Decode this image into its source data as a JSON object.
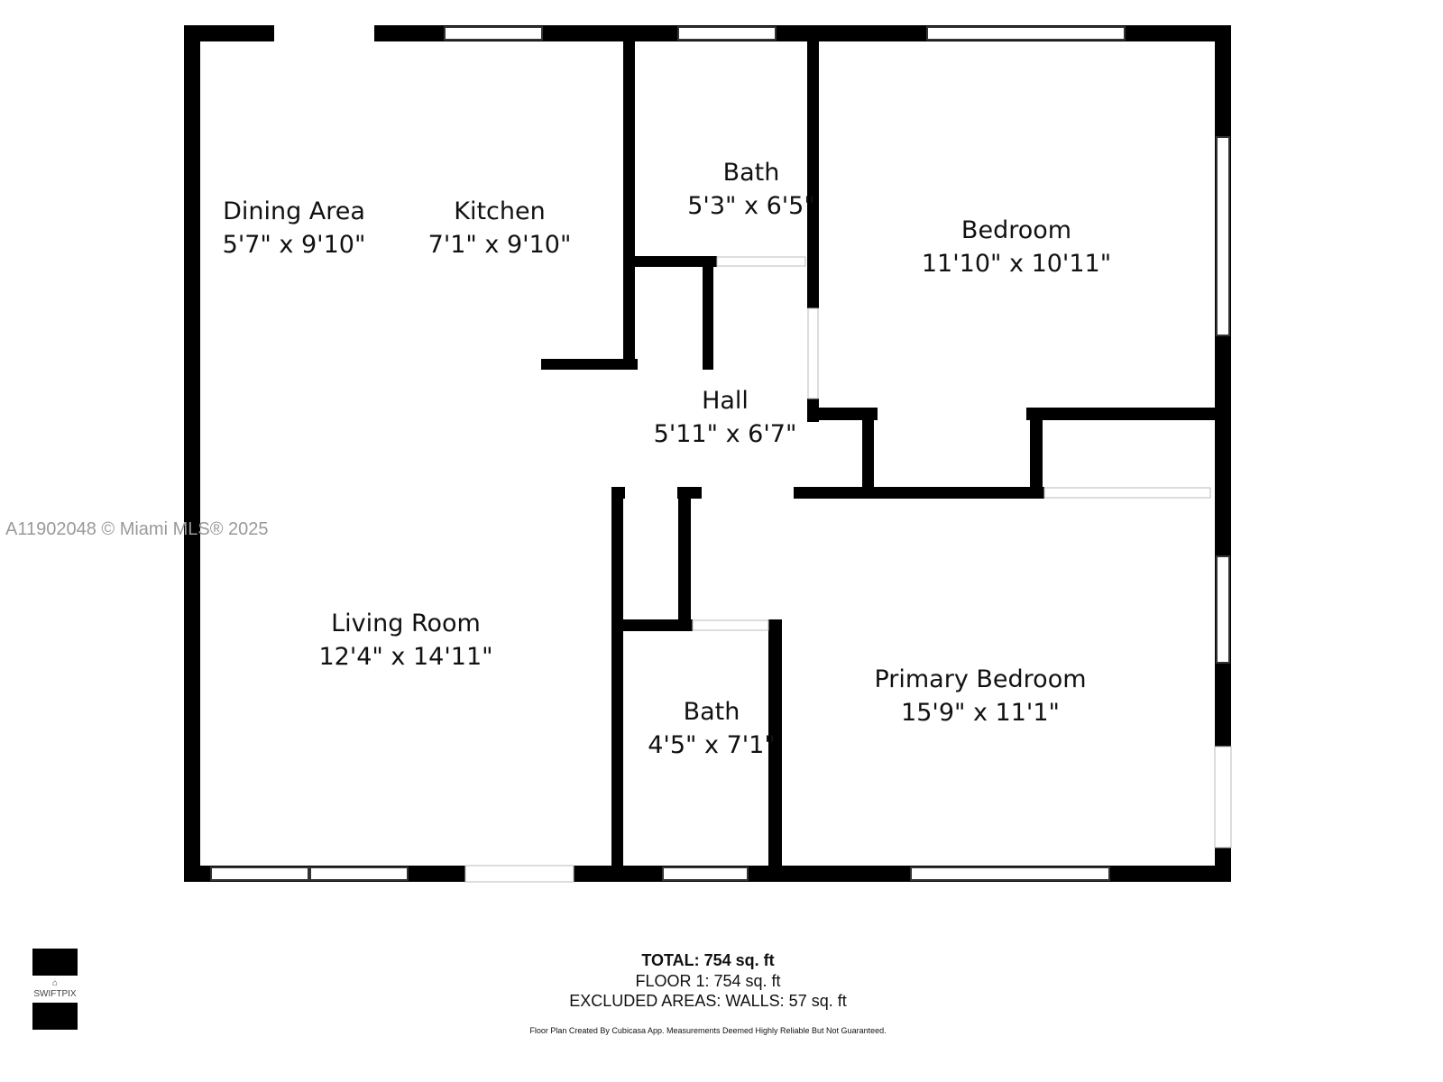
{
  "watermark": "A11902048 © Miami MLS® 2025",
  "rooms": [
    {
      "name": "Dining Area",
      "size": "5'7\" x 9'10\""
    },
    {
      "name": "Kitchen",
      "size": "7'1\" x 9'10\""
    },
    {
      "name": "Bath",
      "size": "5'3\" x 6'5\""
    },
    {
      "name": "Bedroom",
      "size": "11'10\" x 10'11\""
    },
    {
      "name": "Hall",
      "size": "5'11\" x 6'7\""
    },
    {
      "name": "Living Room",
      "size": "12'4\" x 14'11\""
    },
    {
      "name": "Bath",
      "size": "4'5\" x 7'1\""
    },
    {
      "name": "Primary Bedroom",
      "size": "15'9\" x 11'1\""
    }
  ],
  "summary": {
    "total": "TOTAL: 754 sq. ft",
    "floor1": "FLOOR 1: 754 sq. ft",
    "excluded": "EXCLUDED AREAS: WALLS: 57 sq. ft",
    "disclaimer": "Floor Plan Created By Cubicasa App. Measurements Deemed Highly Reliable But Not Guaranteed."
  },
  "logo": {
    "text": "SWIFTPIX"
  }
}
